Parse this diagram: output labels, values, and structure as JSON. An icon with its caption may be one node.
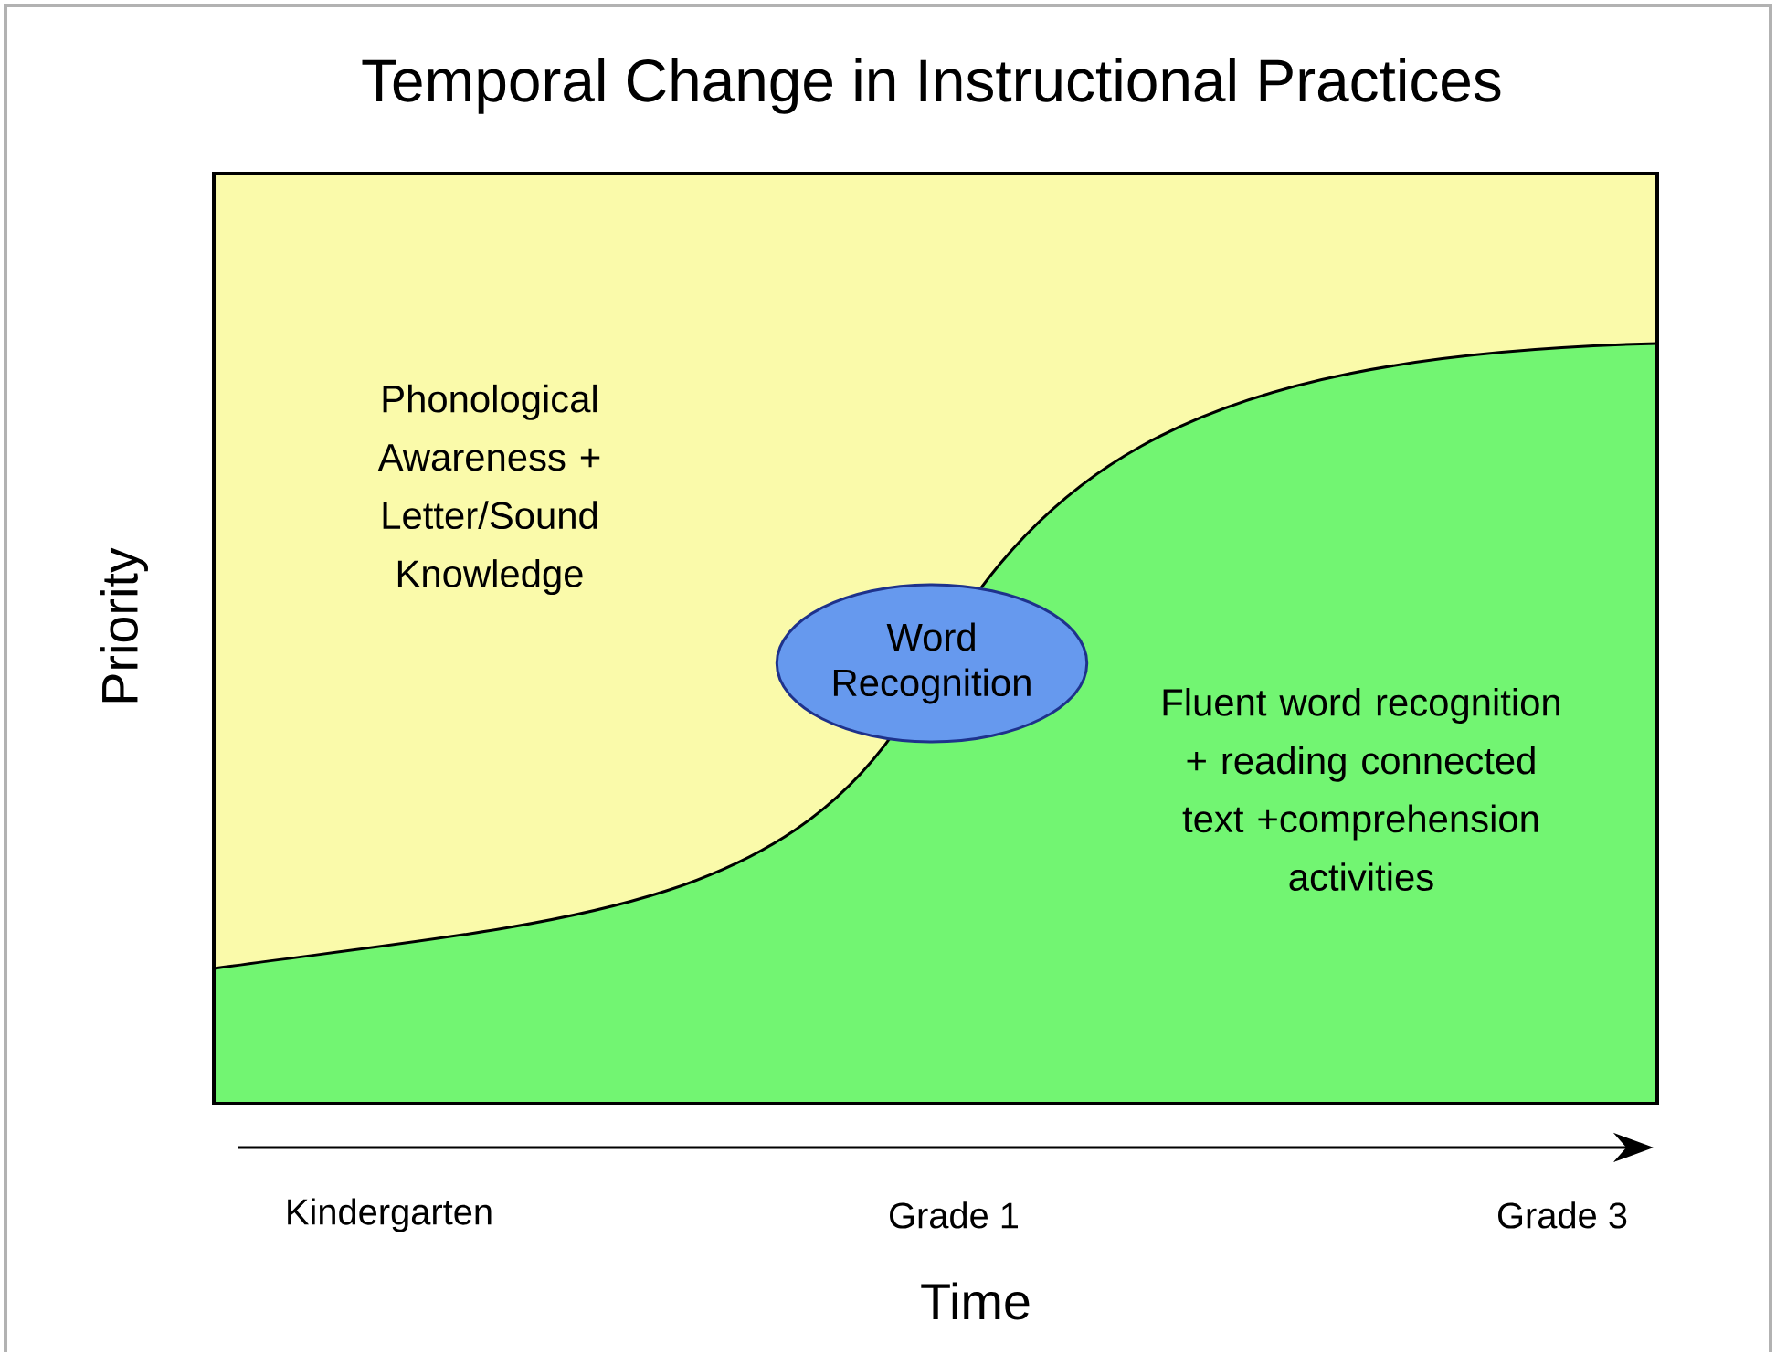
{
  "diagram": {
    "title": "Temporal Change in Instructional Practices",
    "nodes": [
      {
        "text": [
          "Word Recognition"
        ]
      }
    ],
    "labels": [
      "Phonological Awareness + Letter/Sound Knowledge",
      "Fluent word recognition + reading connected text +comprehension activities",
      "Priority",
      "Kindergarten",
      "Grade 1",
      "Grade 3",
      "Time"
    ]
  }
}
